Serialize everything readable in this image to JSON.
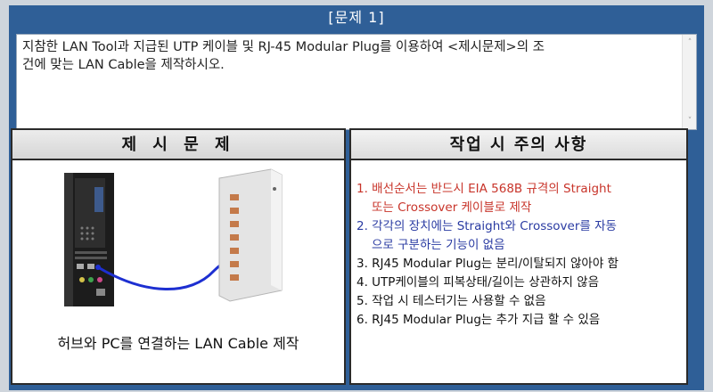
{
  "title": "[문제 1]",
  "question": {
    "line1": "지참한 LAN Tool과 지급된 UTP 케이블 및 RJ-45 Modular Plug를 이용하여 <제시문제>의 조",
    "line2": "건에 맞는 LAN Cable을 제작하시오."
  },
  "left_panel": {
    "header": "제 시 문 제",
    "caption": "허브와 PC를 연결하는 LAN Cable 제작"
  },
  "right_panel": {
    "header": "작업 시 주의 사항",
    "notes": [
      {
        "line1": "1. 배선순서는 반드시 EIA 568B 규격의 Straight",
        "line2": "또는 Crossover 케이블로 제작",
        "color": "#c8342a"
      },
      {
        "line1": "2. 각각의 장치에는 Straight와 Crossover를 자동",
        "line2": "으로 구분하는 기능이 없음",
        "color": "#2a3ba2"
      },
      {
        "line1": "3. RJ45 Modular Plug는 분리/이탈되지 않아야 함",
        "color": "#111111"
      },
      {
        "line1": "4. UTP케이블의 피복상태/길이는 상관하지 않음",
        "color": "#111111"
      },
      {
        "line1": "5. 작업 시 테스터기는 사용할 수 없음",
        "color": "#111111"
      },
      {
        "line1": "6. RJ45 Modular Plug는 추가 지급 할 수 있음",
        "color": "#111111"
      }
    ]
  },
  "icons": {
    "scroll_up": "chevron-up-icon",
    "scroll_down": "chevron-down-icon",
    "pc": "pc-tower-icon",
    "hub": "network-hub-icon"
  },
  "colors": {
    "frame_blue": "#2f5f97",
    "cable_blue": "#1d2fd1"
  }
}
